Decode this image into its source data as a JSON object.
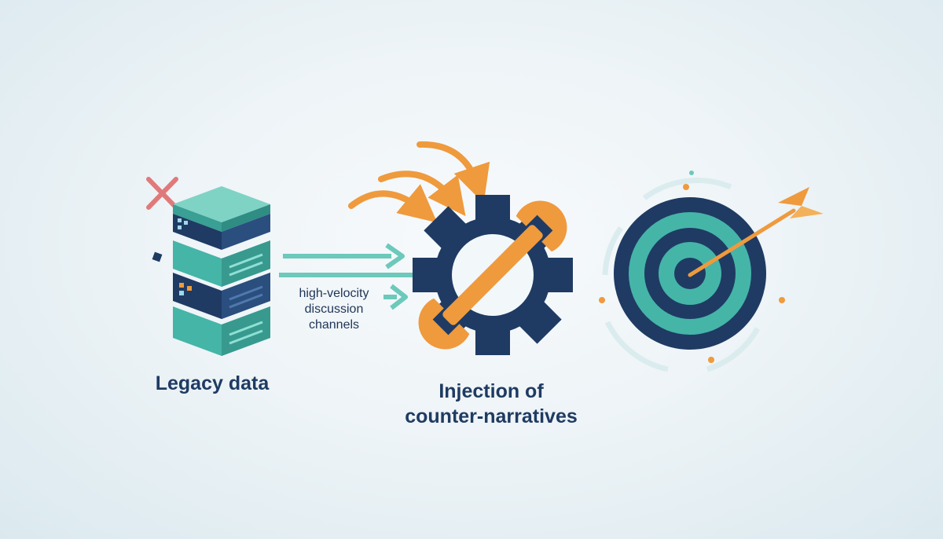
{
  "stages": {
    "legacy": {
      "label": "Legacy data",
      "icon": "server-stack-icon"
    },
    "channels": {
      "label_lines": [
        "high-velocity",
        "discussion",
        "channels"
      ],
      "icon": "arrows-icon"
    },
    "injection": {
      "label_lines": [
        "Injection of",
        "counter-narratives"
      ],
      "icon": "gear-wrench-icon"
    },
    "target": {
      "icon": "bullseye-target-icon"
    }
  },
  "colors": {
    "teal": "#45b5a8",
    "navy": "#1f3b63",
    "orange": "#ef9a3d",
    "red_x": "#e07a7a"
  }
}
